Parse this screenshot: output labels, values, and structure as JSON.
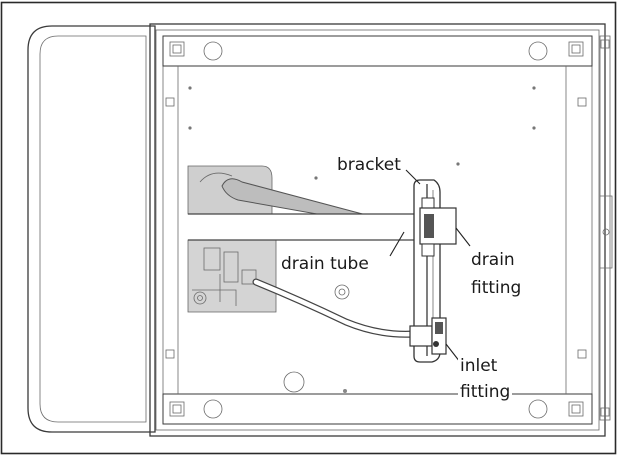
{
  "labels": {
    "bracket": "bracket",
    "drain_tube": "drain tube",
    "drain_fitting_line1": "drain",
    "drain_fitting_line2": "fitting",
    "inlet_fitting_line1": "inlet",
    "inlet_fitting_line2": "fitting"
  }
}
